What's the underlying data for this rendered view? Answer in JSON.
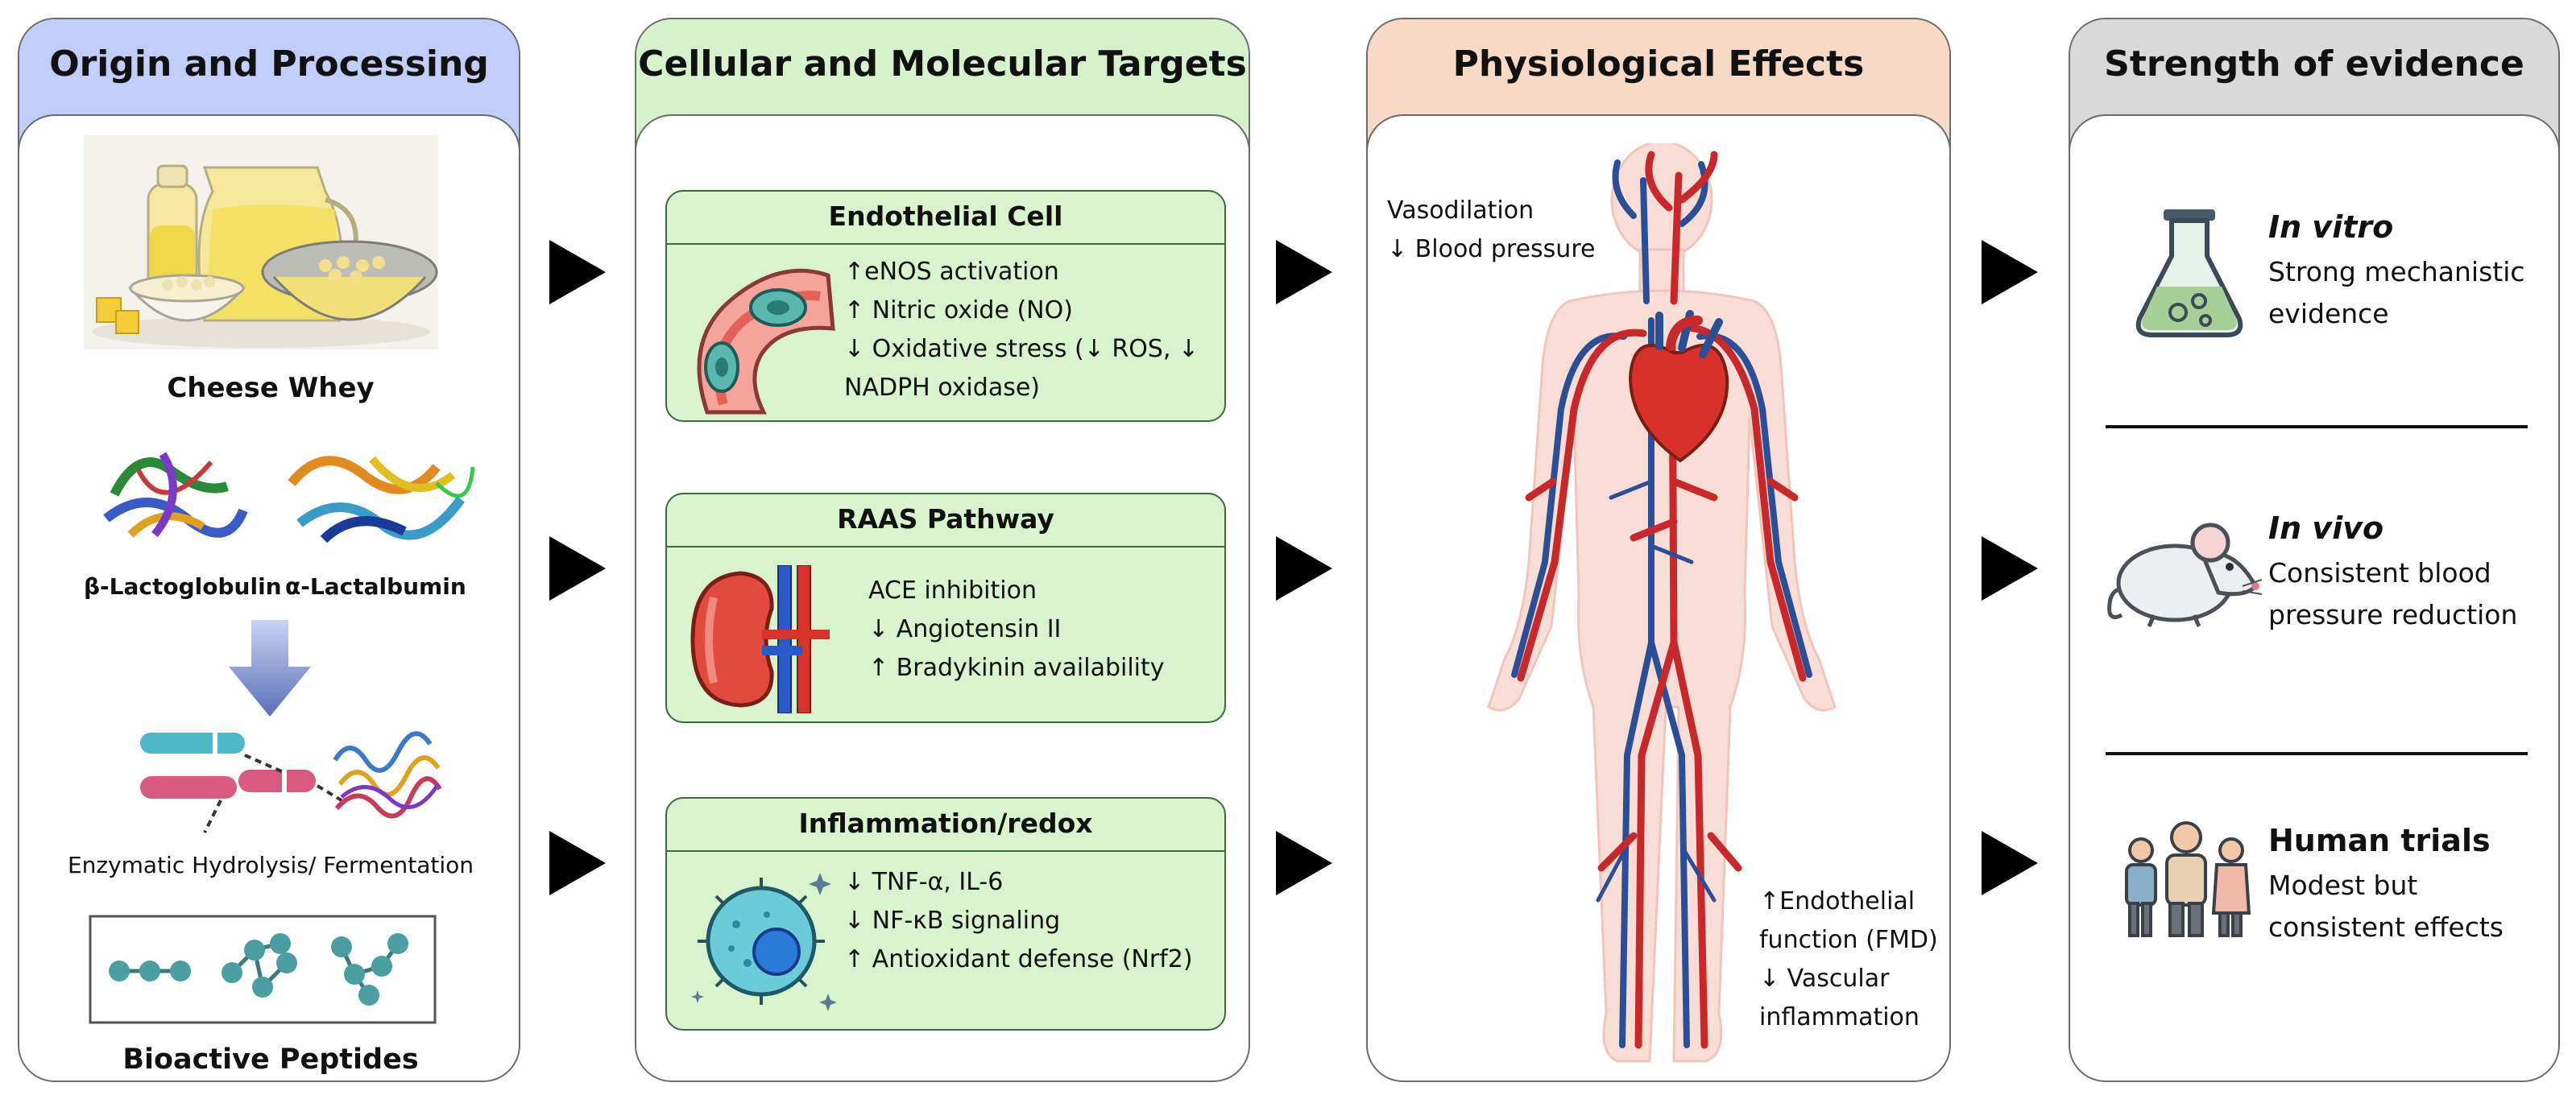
{
  "panels": {
    "origin": {
      "title": "Origin and Processing",
      "cheese_whey": "Cheese Whey",
      "protein1": "β-Lactoglobulin",
      "protein2": "α-Lactalbumin",
      "process": "Enzymatic Hydrolysis/ Fermentation",
      "peptides": "Bioactive Peptides"
    },
    "targets": {
      "title": "Cellular and Molecular Targets",
      "boxes": [
        {
          "title": "Endothelial Cell",
          "lines": [
            "↑eNOS activation",
            "↑ Nitric oxide (NO)",
            "↓ Oxidative stress (↓ ROS, ↓",
            "NADPH oxidase)"
          ]
        },
        {
          "title": "RAAS Pathway",
          "lines": [
            "ACE inhibition",
            "↓ Angiotensin II",
            "↑ Bradykinin availability"
          ]
        },
        {
          "title": "Inflammation/redox",
          "lines": [
            "↓ TNF-α, IL-6",
            "↓ NF-κB signaling",
            "↑ Antioxidant defense (Nrf2)"
          ]
        }
      ]
    },
    "effects": {
      "title": "Physiological Effects",
      "top_lines": [
        "Vasodilation",
        "↓ Blood pressure"
      ],
      "bottom_lines": [
        "↑Endothelial",
        "function (FMD)",
        "↓ Vascular",
        "inflammation"
      ]
    },
    "evidence": {
      "title": "Strength of evidence",
      "items": [
        {
          "title": "In vitro",
          "lines": [
            "Strong mechanistic",
            "evidence"
          ]
        },
        {
          "title": "In vivo",
          "lines": [
            "Consistent blood",
            "pressure reduction"
          ]
        },
        {
          "title": "Human trials",
          "lines": [
            "Modest but",
            "consistent effects"
          ]
        }
      ]
    }
  },
  "colors": {
    "origin_header": "#c1cdfa",
    "targets_header": "#d6f2cd",
    "effects_header": "#f8d9c6",
    "evidence_header": "#d9d9d9",
    "box_fill": "#daf3cf",
    "artery": "#c8282a",
    "vein": "#2a4f96"
  },
  "icons": [
    "cheese-whey-illustration",
    "protein-structure-icon",
    "down-arrow-icon",
    "peptide-chain-icon",
    "peptide-network-icon",
    "endothelial-cell-icon",
    "kidney-icon",
    "immune-cell-icon",
    "human-circulatory-system-figure",
    "lab-flask-icon",
    "mouse-icon",
    "people-group-icon",
    "flow-arrow-icon"
  ]
}
